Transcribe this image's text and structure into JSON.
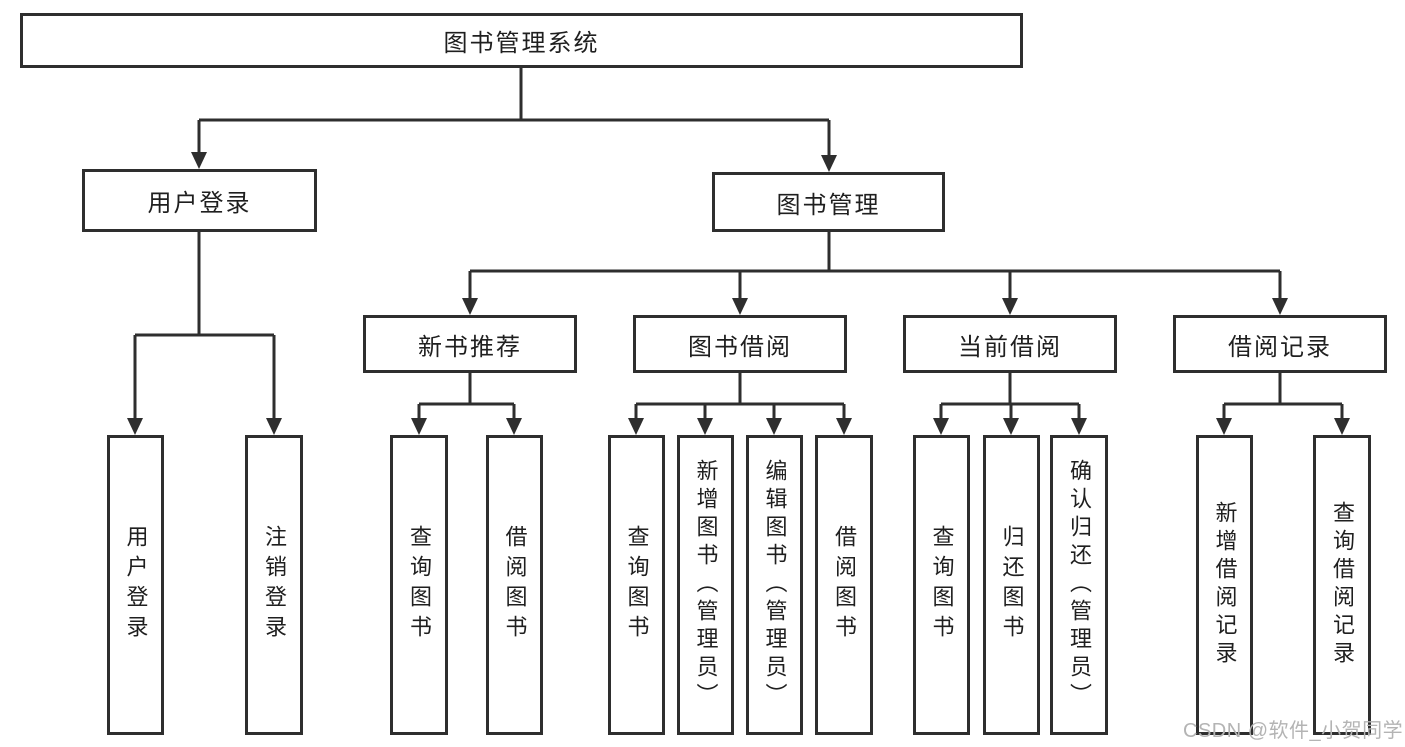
{
  "tree": {
    "root": {
      "label": "图书管理系统",
      "children": [
        {
          "label": "用户登录",
          "children": [
            {
              "label": "用户登录"
            },
            {
              "label": "注销登录"
            }
          ]
        },
        {
          "label": "图书管理",
          "children": [
            {
              "label": "新书推荐",
              "children": [
                {
                  "label": "查询图书"
                },
                {
                  "label": "借阅图书"
                }
              ]
            },
            {
              "label": "图书借阅",
              "children": [
                {
                  "label": "查询图书"
                },
                {
                  "label": "新增图书（管理员）"
                },
                {
                  "label": "编辑图书（管理员）"
                },
                {
                  "label": "借阅图书"
                }
              ]
            },
            {
              "label": "当前借阅",
              "children": [
                {
                  "label": "查询图书"
                },
                {
                  "label": "归还图书"
                },
                {
                  "label": "确认归还（管理员）"
                }
              ]
            },
            {
              "label": "借阅记录",
              "children": [
                {
                  "label": "新增借阅记录"
                },
                {
                  "label": "查询借阅记录"
                }
              ]
            }
          ]
        }
      ]
    }
  },
  "watermark": {
    "text": "CSDN @软件_小贺同学"
  },
  "colors": {
    "line": "#2e2e2e",
    "text": "#1f1f1f",
    "watermark": "#b4b4b4",
    "background": "#ffffff"
  }
}
